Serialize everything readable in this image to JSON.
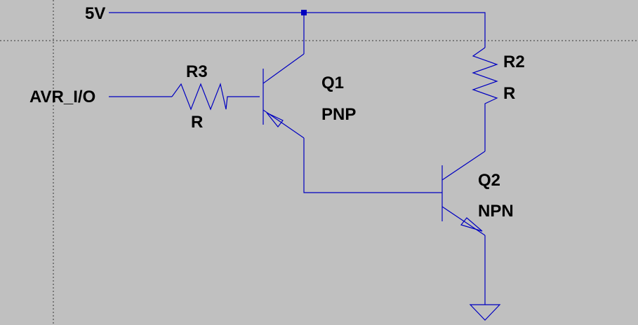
{
  "nets": {
    "supply": "5V",
    "input": "AVR_I/O"
  },
  "components": {
    "r3": {
      "ref": "R3",
      "value": "R"
    },
    "r2": {
      "ref": "R2",
      "value": "R"
    },
    "q1": {
      "ref": "Q1",
      "type": "PNP"
    },
    "q2": {
      "ref": "Q2",
      "type": "NPN"
    }
  },
  "colors": {
    "background": "#c0c0c0",
    "wire": "#0000c0",
    "text": "#000000"
  },
  "symbols": [
    "junction-dot",
    "ground-symbol"
  ]
}
